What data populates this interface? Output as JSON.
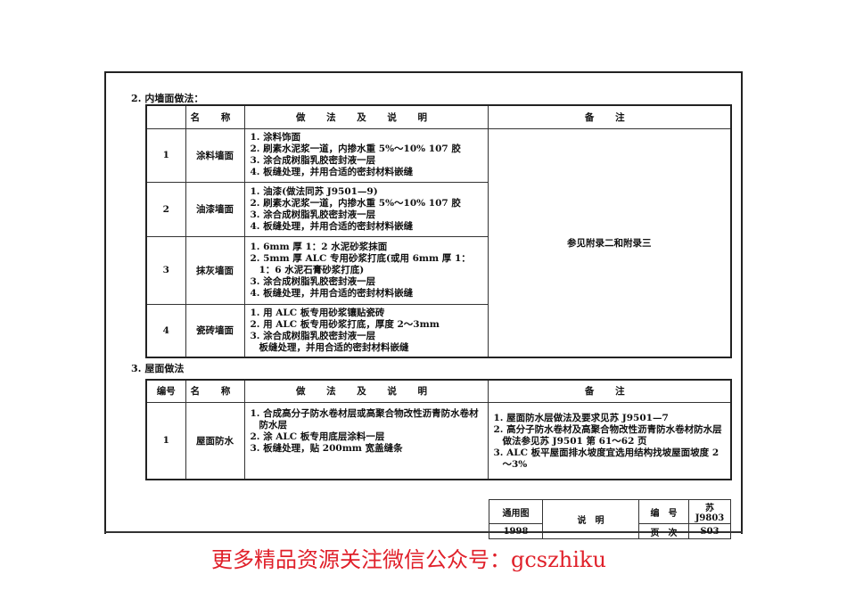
{
  "section2": {
    "title": "2. 内墙面做法：",
    "headers": [
      "",
      "名 称",
      "做 法 及 说 明",
      "备 注"
    ],
    "rows": [
      {
        "no": "1",
        "name": "涂料墙面",
        "steps": [
          "1. 涂料饰面",
          "2. 刷素水泥浆一道，内掺水重 5%～10% 107 胶",
          "3. 涂合成树脂乳胶密封液一层",
          "4. 板缝处理，并用合适的密封材料嵌缝"
        ]
      },
      {
        "no": "2",
        "name": "油漆墙面",
        "steps": [
          "1. 油漆(做法同苏 J9501—9)",
          "2. 刷素水泥浆一道，内掺水重 5%～10% 107 胶",
          "3. 涂合成树脂乳胶密封液一层",
          "4. 板缝处理，并用合适的密封材料嵌缝"
        ]
      },
      {
        "no": "3",
        "name": "抹灰墙面",
        "steps": [
          "1. 6mm 厚 1：2 水泥砂浆抹面",
          "2. 5mm 厚 ALC 专用砂浆打底(或用 6mm 厚 1：1：6 水泥石膏砂浆打底)",
          "3. 涂合成树脂乳胶密封液一层",
          "4. 板缝处理，并用合适的密封材料嵌缝"
        ]
      },
      {
        "no": "4",
        "name": "瓷砖墙面",
        "steps": [
          "1. 用 ALC 板专用砂浆镶贴瓷砖",
          "2. 用 ALC 板专用砂浆打底，厚度 2～3mm",
          "3. 涂合成树脂乳胶密封液一层",
          "板缝处理，并用合适的密封材料嵌缝"
        ]
      }
    ],
    "remark": "参见附录二和附录三"
  },
  "section3": {
    "title": "3. 屋面做法",
    "headers": [
      "编号",
      "名 称",
      "做 法 及 说 明",
      "备 注"
    ],
    "row": {
      "no": "1",
      "name": "屋面防水",
      "steps": [
        "1. 合成高分子防水卷材层或高聚合物改性沥青防水卷材防水层",
        "2. 涂 ALC 板专用底层涂料一层",
        "3. 板缝处理，贴 200mm 宽盖缝条"
      ],
      "remarks": [
        "1. 屋面防水层做法及要求见苏 J9501—7",
        "2. 高分子防水卷材及高聚合物改性沥青防水卷材防水层做法参见苏 J9501 第 61～62 页",
        "3. ALC 板平屋面排水坡度宜选用结构找坡屋面坡度 2～3%"
      ]
    }
  },
  "title_block": {
    "type_label": "通用图",
    "year": "1998",
    "title": "说　明",
    "code_label": "编　号",
    "code": "苏 J9803",
    "page_label": "页　次",
    "page": "S03"
  },
  "watermark": "更多精品资源关注微信公众号：gcszhiku",
  "colors": {
    "watermark": "#e0202a"
  }
}
